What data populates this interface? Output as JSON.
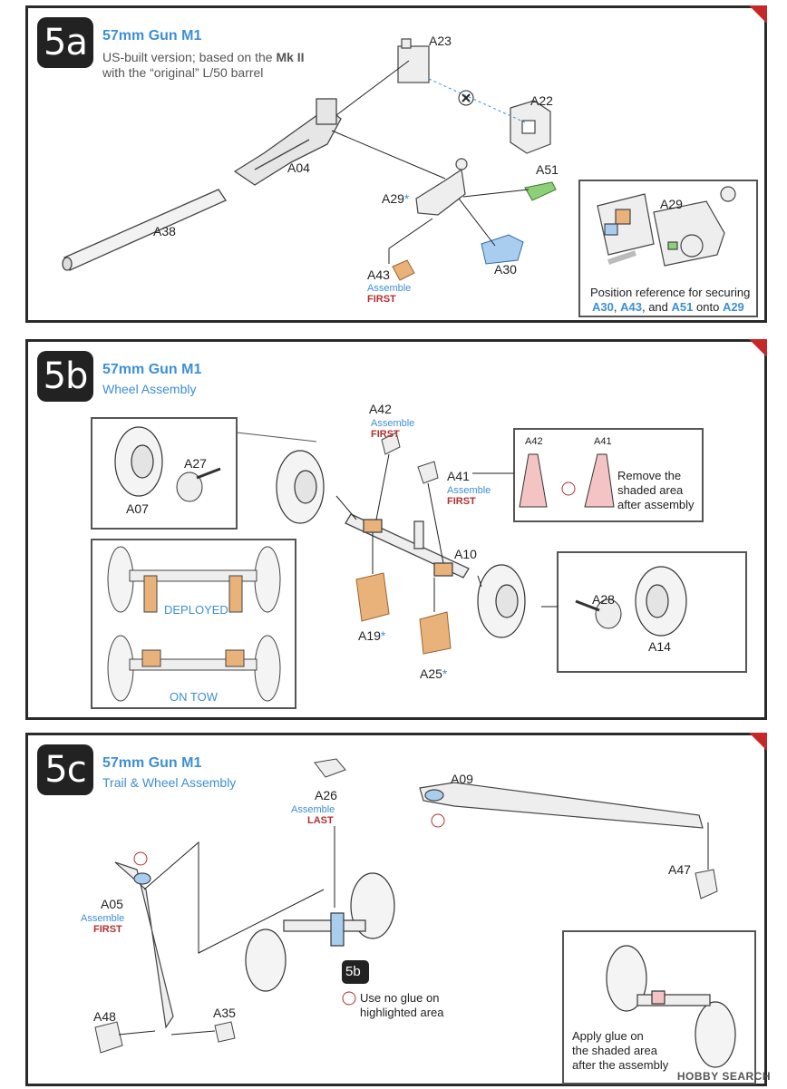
{
  "steps": [
    {
      "badge": "5a",
      "title": "57mm Gun M1",
      "sub1": "US-built version; based on the",
      "sub1b": "Mk II",
      "sub2": "with the “original” L/50 barrel"
    },
    {
      "badge": "5b",
      "title": "57mm Gun M1",
      "sub1": "Wheel Assembly"
    },
    {
      "badge": "5c",
      "title": "57mm Gun M1",
      "sub1": "Trail & Wheel Assembly"
    }
  ],
  "s5a": {
    "a23": "A23",
    "a22": "A22",
    "a04": "A04",
    "a51": "A51",
    "a38": "A38",
    "a29": "A29",
    "a30": "A30",
    "a43": "A43",
    "assemble": "Assemble",
    "first": "FIRST",
    "inset_part": "A29",
    "inset_note1": "Position reference for securing",
    "p1": "A30",
    ",": ",",
    "p2": "A43",
    "and": ", and",
    "p3": "A51",
    "onto": "onto",
    "p4": "A29"
  },
  "s5b": {
    "a42": "A42",
    "assemble": "Assemble",
    "first": "FIRST",
    "a27": "A27",
    "a07": "A07",
    "a41": "A41",
    "a10": "A10",
    "a19": "A19",
    "a25": "A25",
    "a28": "A28",
    "a14": "A14",
    "deployed": "DEPLOYED",
    "ontow": "ON TOW",
    "rem1": "Remove the",
    "rem2": "shaded area",
    "rem3": "after assembly",
    "ia42": "A42",
    "ia41": "A41"
  },
  "s5c": {
    "a26": "A26",
    "assemble": "Assemble",
    "last": "LAST",
    "a09": "A09",
    "a05": "A05",
    "first": "FIRST",
    "a47": "A47",
    "a48": "A48",
    "a35": "A35",
    "ref": "5b",
    "noglue1": "Use no glue on",
    "noglue2": "highlighted area",
    "glue1": "Apply glue on",
    "glue2": "the shaded area",
    "glue3": "after the assembly"
  },
  "watermark": "HOBBY SEARCH",
  "colors": {
    "accent": "#3d8fd6",
    "red": "#b03030",
    "part_orange": "#e8b27a",
    "part_blue": "#7fb3e0",
    "part_green": "#8ecf7a"
  }
}
